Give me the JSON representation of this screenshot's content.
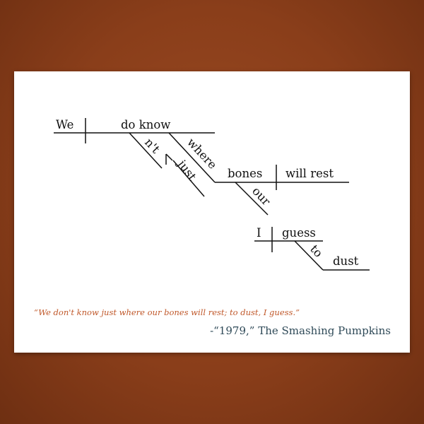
{
  "diagram": {
    "words": {
      "we": "We",
      "do_know": "do know",
      "nt": "n't",
      "where": "where",
      "just": "just",
      "bones": "bones",
      "will_rest": "will rest",
      "our": "our",
      "i": "I",
      "guess": "guess",
      "to": "to",
      "dust": "dust"
    }
  },
  "quote": "“We don't know just where our bones will rest; to dust, I guess.”",
  "attribution": "-“1979,” The Smashing Pumpkins"
}
